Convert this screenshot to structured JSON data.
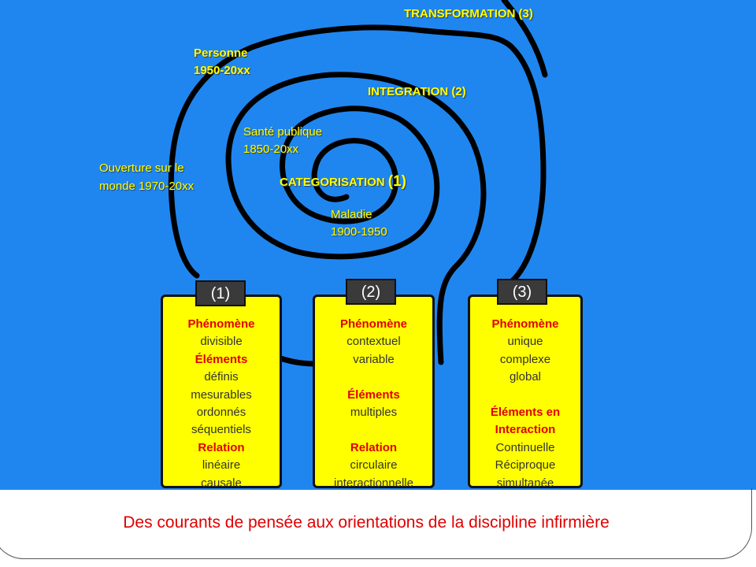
{
  "labels": {
    "transformation": "TRANSFORMATION (3)",
    "personne_1": "Personne",
    "personne_2": "1950-20xx",
    "integration": "INTEGRATION (2)",
    "sante_1": "Santé publique",
    "sante_2": "1850-20xx",
    "ouverture_1": "Ouverture sur le",
    "ouverture_2": "monde 1970-20xx",
    "categorisation": "CATEGORISATION",
    "categorisation_num": "(1)",
    "maladie_1": "Maladie",
    "maladie_2": "1900-1950"
  },
  "boxes": [
    {
      "tab": "(1)",
      "lines": [
        {
          "text": "Phénomène",
          "style": "red"
        },
        {
          "text": "divisible",
          "style": "normal"
        },
        {
          "text": "Éléments",
          "style": "red"
        },
        {
          "text": "définis",
          "style": "normal"
        },
        {
          "text": "mesurables",
          "style": "normal"
        },
        {
          "text": "ordonnés",
          "style": "normal"
        },
        {
          "text": "séquentiels",
          "style": "normal"
        },
        {
          "text": "Relation",
          "style": "red"
        },
        {
          "text": "linéaire",
          "style": "normal"
        },
        {
          "text": "causale",
          "style": "normal"
        }
      ]
    },
    {
      "tab": "(2)",
      "lines": [
        {
          "text": "Phénomène",
          "style": "red"
        },
        {
          "text": "contextuel",
          "style": "normal"
        },
        {
          "text": "variable",
          "style": "normal"
        },
        {
          "text": "",
          "style": "gap"
        },
        {
          "text": "Éléments",
          "style": "red"
        },
        {
          "text": "multiples",
          "style": "normal"
        },
        {
          "text": "",
          "style": "gap"
        },
        {
          "text": "Relation",
          "style": "red"
        },
        {
          "text": "circulaire",
          "style": "normal"
        },
        {
          "text": "interactionnelle",
          "style": "normal"
        }
      ]
    },
    {
      "tab": "(3)",
      "lines": [
        {
          "text": "Phénomène",
          "style": "red"
        },
        {
          "text": "unique",
          "style": "normal"
        },
        {
          "text": "complexe",
          "style": "normal"
        },
        {
          "text": "global",
          "style": "normal"
        },
        {
          "text": "",
          "style": "gap"
        },
        {
          "text": "Éléments en",
          "style": "red"
        },
        {
          "text": "Interaction",
          "style": "red"
        },
        {
          "text": "Continuelle",
          "style": "normal"
        },
        {
          "text": "Réciproque",
          "style": "normal"
        },
        {
          "text": "simultanée",
          "style": "normal"
        }
      ]
    }
  ],
  "caption": "Des courants de pensée aux orientations de la discipline infirmière",
  "colors": {
    "background": "#1f86f0",
    "label": "#ffff00",
    "box": "#ffff00",
    "heading": "#e00000",
    "caption": "#e00000"
  }
}
